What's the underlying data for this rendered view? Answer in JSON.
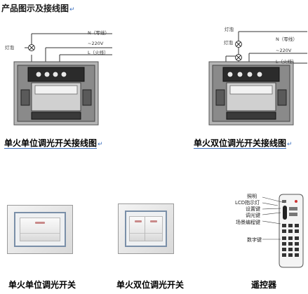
{
  "section": {
    "title": "产品图示及接线图",
    "return_mark": "↵"
  },
  "diagrams": [
    {
      "caption": "单火单位调光开关接线图",
      "lamp_label": "灯泡",
      "n_label": "N（零线）",
      "voltage_label": "~220V",
      "l_label": "L（火线）"
    },
    {
      "caption": "单火双位调光开关接线图",
      "lamp_label_1": "灯泡",
      "lamp_label_2": "灯泡",
      "n_label": "N（零线）",
      "voltage_label": "~220V",
      "l_label": "L（火线）"
    }
  ],
  "products": [
    {
      "caption": "单火单位调光开关"
    },
    {
      "caption": "单火双位调光开关"
    },
    {
      "caption": "遥控器"
    }
  ],
  "remote": {
    "labels": [
      "照明",
      "LCD指示灯",
      "设置键",
      "调光键",
      "场景编程键",
      "数字键"
    ]
  },
  "colors": {
    "wire": "#333333",
    "return_mark": "#3b6fbf",
    "panel_border": "#7a8fa8"
  }
}
